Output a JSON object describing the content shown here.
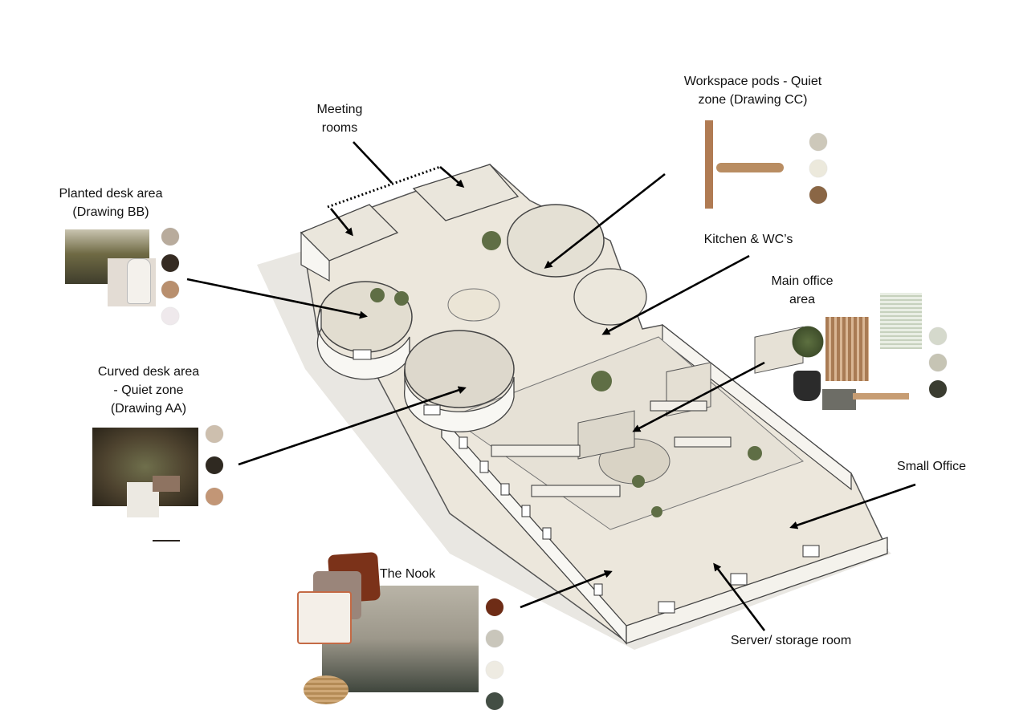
{
  "labels": {
    "meeting_rooms": "Meeting rooms",
    "workspace_pods": "Workspace pods - Quiet zone (Drawing CC)",
    "planted_desk": "Planted desk area (Drawing BB)",
    "kitchen_wc": "Kitchen & WC’s",
    "main_office": "Main office area",
    "curved_desk": "Curved desk area - Quiet zone (Drawing AA)",
    "small_office": "Small Office",
    "the_nook": "The Nook",
    "server_storage": "Server/ storage room"
  },
  "palettes": {
    "planted_desk": [
      "#b8ab9c",
      "#352b22",
      "#b88f6e",
      "#efe9ec"
    ],
    "workspace_pods": [
      "#cdc8ba",
      "#ece9dc",
      "#8a6645"
    ],
    "main_office": [
      "#d5d9cc",
      "#c6c4b4",
      "#3a3c30"
    ],
    "curved_desk": [
      "#cdbfae",
      "#2f2921",
      "#c29676"
    ],
    "the_nook": [
      "#6e2c16",
      "#c9c6bb",
      "#eeebe2",
      "#434e44"
    ]
  }
}
